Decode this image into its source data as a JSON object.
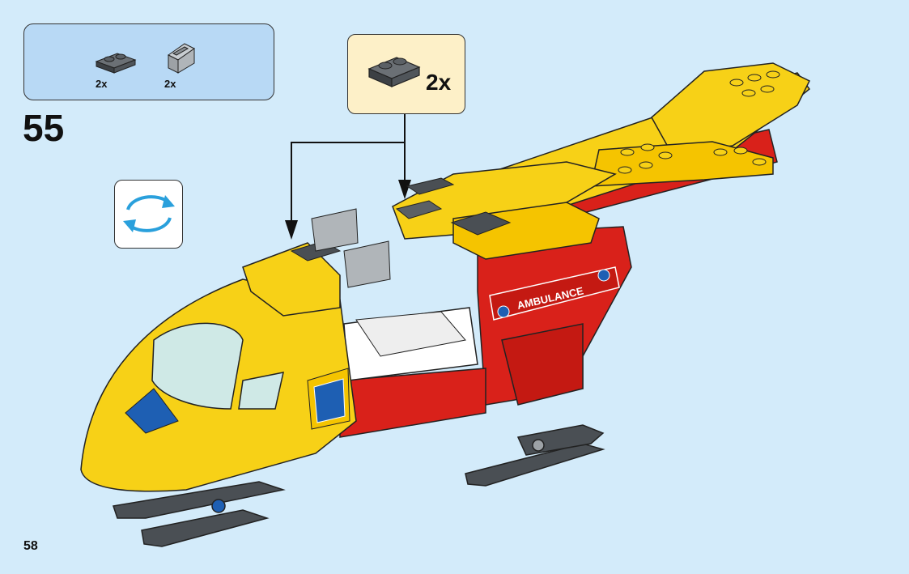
{
  "parts": {
    "items": [
      {
        "name": "dark-gray-plate-1x2-icon",
        "qty": "2x"
      },
      {
        "name": "gray-slope-bracket-icon",
        "qty": "2x"
      }
    ]
  },
  "step": {
    "number": "55"
  },
  "callout": {
    "qty": "2x",
    "part": "dark-gray-plate-1x2-icon"
  },
  "model": {
    "decal_text": "AMBULANCE"
  },
  "page": {
    "number": "58"
  },
  "colors": {
    "background": "#d3ebfa",
    "parts_box": "#b8d9f5",
    "callout_box": "#fdf0c8",
    "yellow": "#f7d117",
    "red": "#d9211a",
    "dark_gray": "#4a4f54"
  }
}
